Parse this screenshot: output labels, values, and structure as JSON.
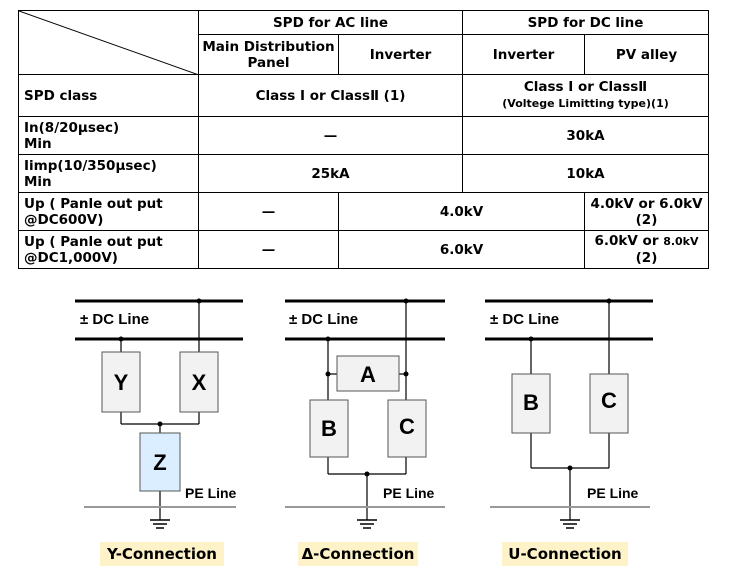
{
  "table": {
    "header_ac": "SPD for AC line",
    "header_dc": "SPD for DC line",
    "sub_main_panel_1": "Main Distribution",
    "sub_main_panel_2": "Panel",
    "sub_inverter_ac": "Inverter",
    "sub_inverter_dc": "Inverter",
    "sub_pv": "PV alley",
    "rows": {
      "spd_class": {
        "label": "SPD class",
        "ac": "Class I or ClassⅡ (1)",
        "dc_1": "Class I or ClassⅡ",
        "dc_2": "(Voltege Limitting type)(1)"
      },
      "in": {
        "label_1": "In(8/20μsec)",
        "label_2": "Min",
        "ac": "—",
        "dc": "30kA"
      },
      "iimp": {
        "label_1": "Iimp(10/350μsec)",
        "label_2": "Min",
        "ac": "25kA",
        "dc": "10kA"
      },
      "up600": {
        "label_1": "Up ( Panle out put",
        "label_2": "@DC600V)",
        "main": "—",
        "mid": "4.0kV",
        "pv_1": "4.0kV or 6.0kV",
        "pv_2": "(2)"
      },
      "up1000": {
        "label_1": "Up ( Panle out put",
        "label_2": "@DC1,000V)",
        "main": "—",
        "mid": "6.0kV",
        "pv_1a": "6.0kV or ",
        "pv_1b": "8.0kV",
        "pv_2": "(2)"
      }
    }
  },
  "diagrams": {
    "y": {
      "dc_line": "± DC Line",
      "pe_line": "PE Line",
      "boxes": [
        "Y",
        "X",
        "Z"
      ],
      "caption": "Y-Connection"
    },
    "delta": {
      "dc_line": "± DC Line",
      "pe_line": "PE Line",
      "boxes": [
        "A",
        "B",
        "C"
      ],
      "caption": "Δ-Connection"
    },
    "u": {
      "dc_line": "± DC Line",
      "pe_line": "PE Line",
      "boxes": [
        "B",
        "C"
      ],
      "caption": "U-Connection"
    },
    "colors": {
      "box_fill": "#f2f2f2",
      "z_fill": "#dbeeff",
      "caption_bg": "#fdf2c8",
      "pe_line": "#999999"
    }
  }
}
